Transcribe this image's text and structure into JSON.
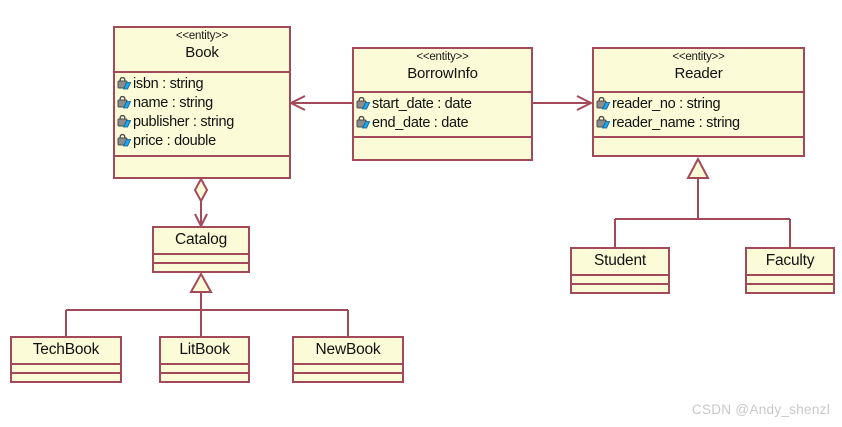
{
  "diagram": {
    "type": "uml-class-diagram",
    "background": "#ffffff",
    "line_color": "#a34a5a",
    "fill_color": "#fbfbd8",
    "attribute_icon": "attribute-lock-icon"
  },
  "classes": {
    "book": {
      "stereotype": "<<entity>>",
      "name": "Book",
      "attributes": [
        {
          "label": "isbn : string"
        },
        {
          "label": "name : string"
        },
        {
          "label": "publisher : string"
        },
        {
          "label": "price : double"
        }
      ]
    },
    "borrowinfo": {
      "stereotype": "<<entity>>",
      "name": "BorrowInfo",
      "attributes": [
        {
          "label": "start_date : date"
        },
        {
          "label": "end_date : date"
        }
      ]
    },
    "reader": {
      "stereotype": "<<entity>>",
      "name": "Reader",
      "attributes": [
        {
          "label": "reader_no : string"
        },
        {
          "label": "reader_name : string"
        }
      ]
    },
    "catalog": {
      "name": "Catalog"
    },
    "techbook": {
      "name": "TechBook"
    },
    "litbook": {
      "name": "LitBook"
    },
    "newbook": {
      "name": "NewBook"
    },
    "student": {
      "name": "Student"
    },
    "faculty": {
      "name": "Faculty"
    }
  },
  "relations": [
    {
      "name": "borrowinfo-to-book",
      "kind": "association-directed",
      "from": "BorrowInfo",
      "to": "Book"
    },
    {
      "name": "borrowinfo-to-reader",
      "kind": "association-directed",
      "from": "BorrowInfo",
      "to": "Reader"
    },
    {
      "name": "book-to-catalog",
      "kind": "aggregation",
      "from": "Book",
      "to": "Catalog"
    },
    {
      "name": "techbook-to-catalog",
      "kind": "generalization",
      "from": "TechBook",
      "to": "Catalog"
    },
    {
      "name": "litbook-to-catalog",
      "kind": "generalization",
      "from": "LitBook",
      "to": "Catalog"
    },
    {
      "name": "newbook-to-catalog",
      "kind": "generalization",
      "from": "NewBook",
      "to": "Catalog"
    },
    {
      "name": "student-to-reader",
      "kind": "generalization",
      "from": "Student",
      "to": "Reader"
    },
    {
      "name": "faculty-to-reader",
      "kind": "generalization",
      "from": "Faculty",
      "to": "Reader"
    }
  ],
  "watermark": {
    "text": "CSDN @Andy_shenzl"
  }
}
